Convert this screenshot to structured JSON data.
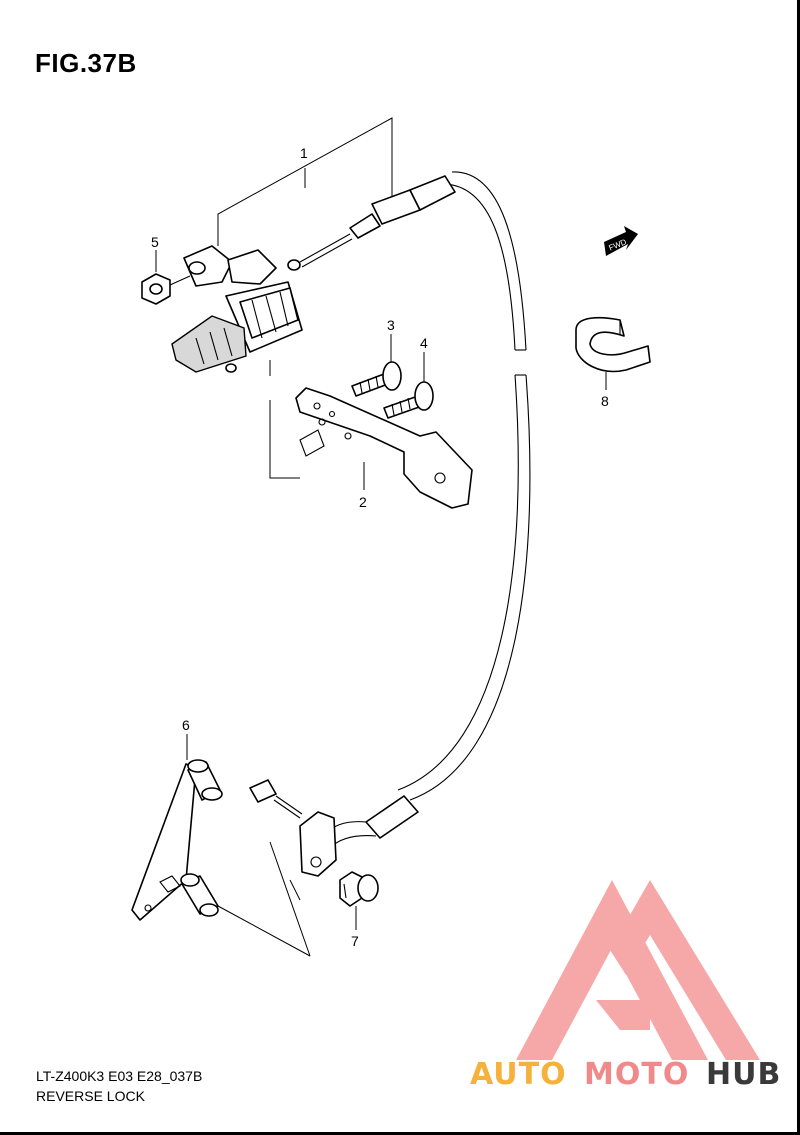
{
  "figure": {
    "title": "FIG.37B",
    "model_code": "LT-Z400K3 E03 E28_037B",
    "name": "REVERSE LOCK"
  },
  "callouts": {
    "p1": "1",
    "p2": "2",
    "p3": "3",
    "p4": "4",
    "p5": "5",
    "p6": "6",
    "p7": "7",
    "p8": "8"
  },
  "fwd_label": "FWD",
  "watermark": {
    "part_a": "AUTO",
    "part_b": "MOTO",
    "part_c": "HUB",
    "color_a": "#f6b13a",
    "color_b": "#f08a8a",
    "color_c": "#3a3a3a",
    "logo_color": "#f59a9a"
  }
}
